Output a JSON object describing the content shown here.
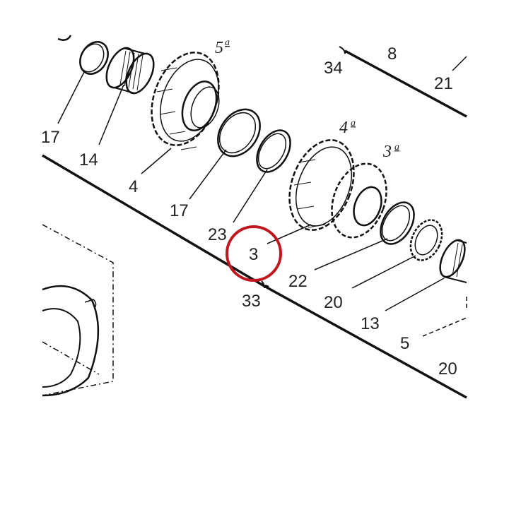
{
  "diagram": {
    "part_labels": {
      "p17a": "17",
      "p14": "14",
      "p4": "4",
      "p17b": "17",
      "p23": "23",
      "p3": "3",
      "p33": "33",
      "p22": "22",
      "p20a": "20",
      "p13": "13",
      "p5": "5",
      "p20b": "20",
      "p34": "34",
      "p8": "8",
      "p21": "21"
    },
    "gear_labels": {
      "g5": {
        "num": "5",
        "sup": "a"
      },
      "g4": {
        "num": "4",
        "sup": "a"
      },
      "g3": {
        "num": "3",
        "sup": "a"
      }
    },
    "highlight": {
      "target_label": "3",
      "color": "#c0161e"
    },
    "line_color": "#111111"
  }
}
